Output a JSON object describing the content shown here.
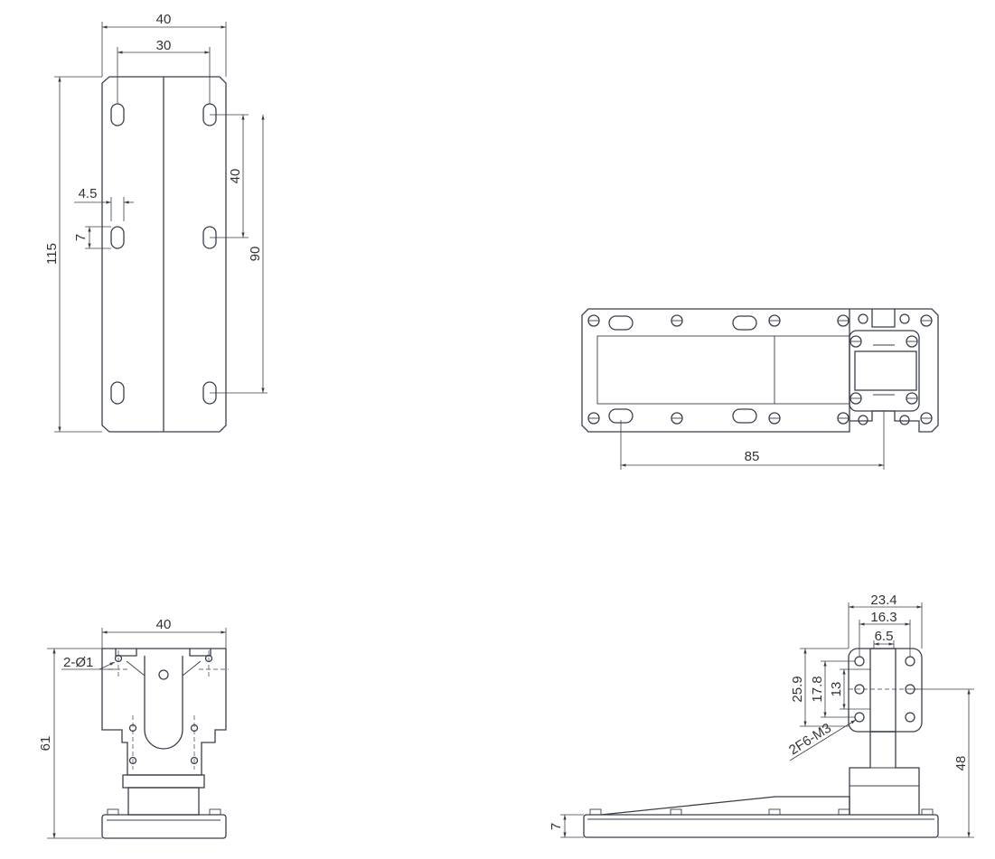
{
  "drawing": {
    "top_left_view": {
      "width_overall": "40",
      "slot_spacing_x": "30",
      "height_overall": "115",
      "slot_pitch_short": "40",
      "slot_pitch_long": "90",
      "slot_width": "4.5",
      "slot_length": "7"
    },
    "top_right_view": {
      "length": "85"
    },
    "bottom_left_view": {
      "width": "40",
      "holes_note": "2-Ø1",
      "height": "61"
    },
    "bottom_right_view": {
      "flange_outer": "23.4",
      "flange_inner": "16.3",
      "guide_gap": "6.5",
      "flange_height": "25.9",
      "hole_pitch_v": "17.8",
      "guide_height": "13",
      "thread_note": "2F6-M3",
      "center_height": "48",
      "base_thickness": "7"
    }
  }
}
